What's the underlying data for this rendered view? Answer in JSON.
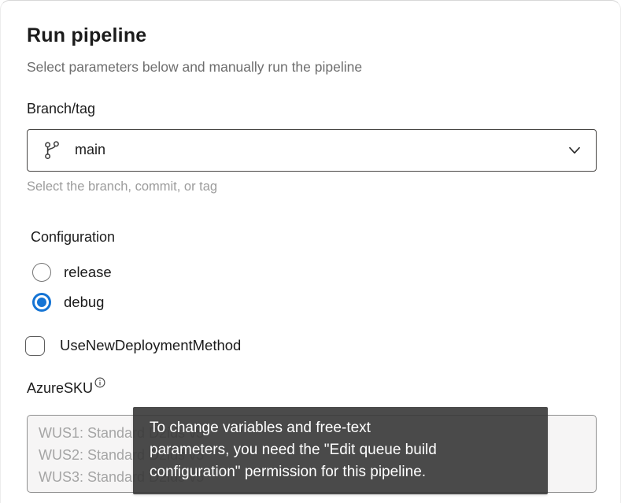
{
  "header": {
    "title": "Run pipeline",
    "subtitle": "Select parameters below and manually run the pipeline"
  },
  "branch": {
    "label": "Branch/tag",
    "value": "main",
    "icon": "git-branch-icon",
    "helper": "Select the branch, commit, or tag"
  },
  "configuration": {
    "label": "Configuration",
    "options": [
      {
        "label": "release",
        "selected": false
      },
      {
        "label": "debug",
        "selected": true
      }
    ]
  },
  "deployment_checkbox": {
    "label": "UseNewDeploymentMethod",
    "checked": false
  },
  "azure_sku": {
    "label": "AzureSKU",
    "info_icon": "info-icon",
    "disabled": true,
    "options": [
      "WUS1: Standard D2ids v5",
      "WUS2: Standard D2ids v5",
      "WUS3: Standard D2ids v5"
    ]
  },
  "tooltip": {
    "text": "To change variables and free-text\nparameters, you need the \"Edit queue build\nconfiguration\" permission for this pipeline.",
    "background": "#373737",
    "text_color": "#ffffff"
  },
  "colors": {
    "accent_blue": "#1574d4",
    "disabled_text": "#a5a5a5",
    "listbox_background": "#f6f5f5"
  }
}
